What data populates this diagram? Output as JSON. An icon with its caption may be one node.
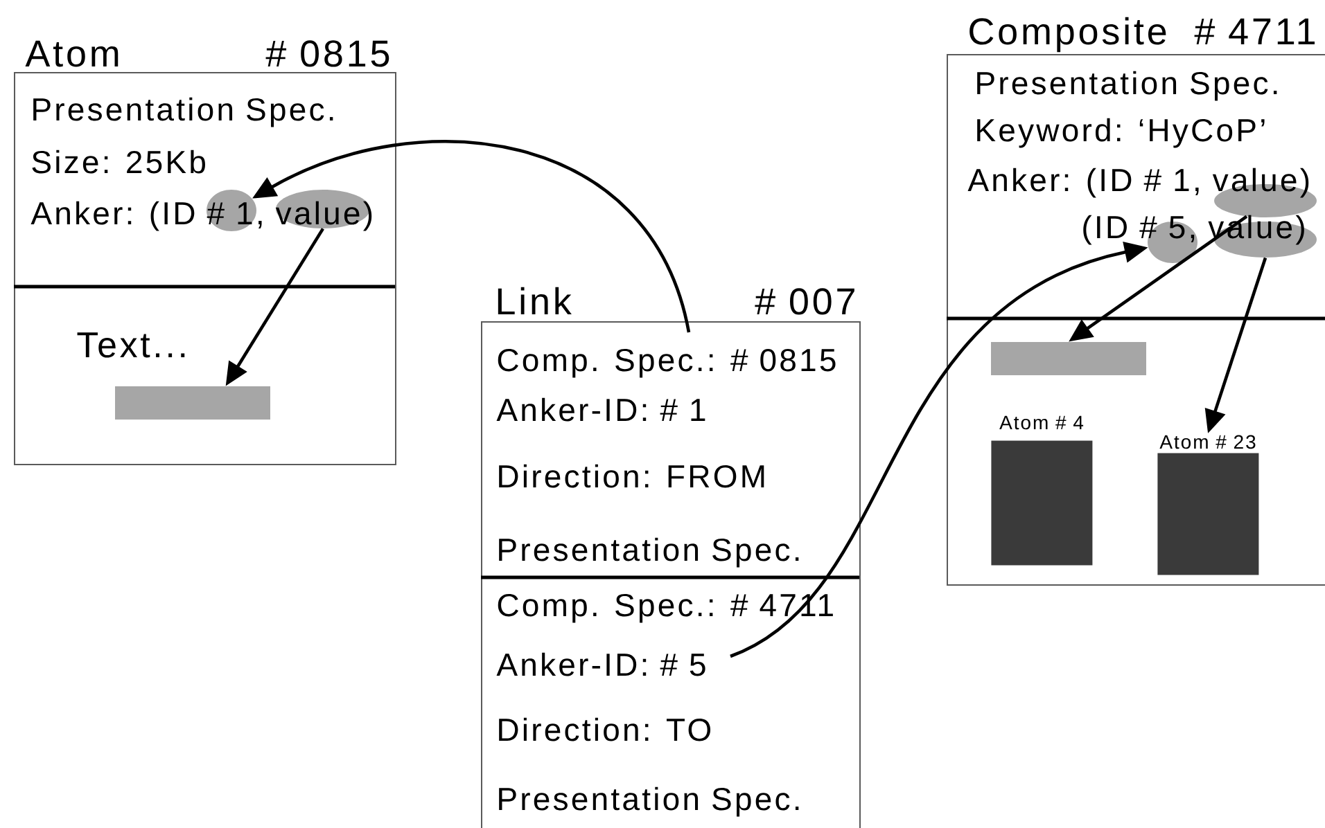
{
  "diagram": {
    "nodes": [
      {
        "text": [
          "Atom",
          "# 0815",
          "Presentation Spec.",
          "Size: 25Kb",
          "Anker: (ID # 1, value)",
          "Text..."
        ]
      },
      {
        "text": [],
        "shape": "ellipse",
        "in": 0
      },
      {
        "text": [],
        "shape": "ellipse",
        "in": 0
      },
      {
        "text": [],
        "shape": "bar",
        "in": 0
      },
      {
        "text": [
          "Link",
          "# 007",
          "Comp. Spec.: # 0815",
          "Anker-ID: # 1",
          "Direction: FROM",
          "Presentation Spec.",
          "Comp. Spec.: # 4711",
          "Anker-ID: # 5",
          "Direction: TO",
          "Presentation Spec."
        ]
      },
      {
        "text": [
          "Composite",
          "# 4711",
          "Presentation Spec.",
          "Keyword: ‘HyCoP’",
          "Anker: (ID # 1, value)",
          "(ID # 5, value)"
        ]
      },
      {
        "text": [],
        "shape": "ellipse",
        "in": 5
      },
      {
        "text": [],
        "shape": "ellipse",
        "in": 5
      },
      {
        "text": [],
        "shape": "ellipse",
        "in": 5
      },
      {
        "text": [],
        "shape": "bar",
        "in": 5
      },
      {
        "text": [
          "Atom # 4"
        ],
        "in": 5
      },
      {
        "text": [
          "Atom # 23"
        ],
        "in": 5
      }
    ],
    "edges": [
      {
        "from": 4,
        "to": 1,
        "arrow": "to"
      },
      {
        "from": 2,
        "to": 3,
        "arrow": "to"
      },
      {
        "from": 4,
        "to": 7,
        "arrow": "to"
      },
      {
        "from": 6,
        "to": 9,
        "arrow": "to"
      },
      {
        "from": 8,
        "to": 11,
        "arrow": "to"
      }
    ]
  }
}
